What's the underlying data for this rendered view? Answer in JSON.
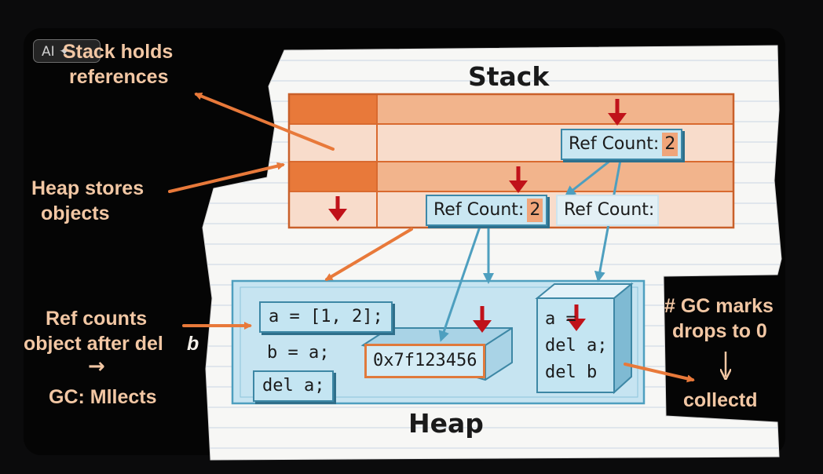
{
  "badge": "AI ✦",
  "labels": {
    "stack_holds": "Stack holds",
    "references": "references",
    "heap_stores": "Heap stores",
    "objects": "objects",
    "ref_counts": "Ref counts",
    "object_after_del": "object after del",
    "del_var": "b",
    "arrow_glyph": "→",
    "gc_collects": "GC: Mllects",
    "gc_marks": "# GC marks",
    "drops_to_0": "drops to 0",
    "down_glyph": "↓",
    "collected": "collectd"
  },
  "titles": {
    "stack": "Stack",
    "heap": "Heap"
  },
  "ref_count_boxes": [
    {
      "label": "Ref Count:",
      "value": "2"
    },
    {
      "label": "Ref Count:",
      "value": "2"
    },
    {
      "label": "Ref Count:",
      "value": ""
    }
  ],
  "heap_code": {
    "assign": "a = [1, 2];",
    "b_assign": "b = a;",
    "del_a": "del a;",
    "address": "0x7f123456",
    "cube_lines": [
      "a =",
      "del a;",
      "del b"
    ]
  },
  "colors": {
    "orange": "#e8793a",
    "stack_fill": "#f6d3bd",
    "heap_fill": "#bfe0ef",
    "arrow_red": "#c0121a",
    "label_peach": "#f2c7a4"
  }
}
